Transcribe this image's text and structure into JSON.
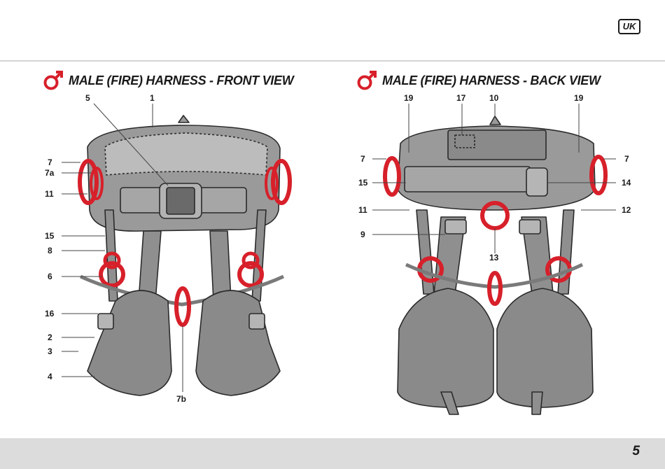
{
  "header": {
    "language_badge": "UK"
  },
  "sections": [
    {
      "title": "MALE (FIRE) HARNESS - FRONT VIEW",
      "gender_icon": "male-symbol-icon"
    },
    {
      "title": "MALE (FIRE) HARNESS - BACK VIEW",
      "gender_icon": "male-symbol-icon"
    }
  ],
  "front_labels": [
    "5",
    "1",
    "7",
    "7a",
    "11",
    "15",
    "8",
    "6",
    "16",
    "2",
    "3",
    "4",
    "7b"
  ],
  "back_labels": [
    "19",
    "17",
    "10",
    "19",
    "7",
    "7",
    "15",
    "14",
    "11",
    "12",
    "9",
    "13"
  ],
  "colors": {
    "accent_red": "#d7202a",
    "harness_grey": "#8f8f8f",
    "footer_grey": "#dcdcdc"
  },
  "footer": {
    "page_number": "5"
  }
}
